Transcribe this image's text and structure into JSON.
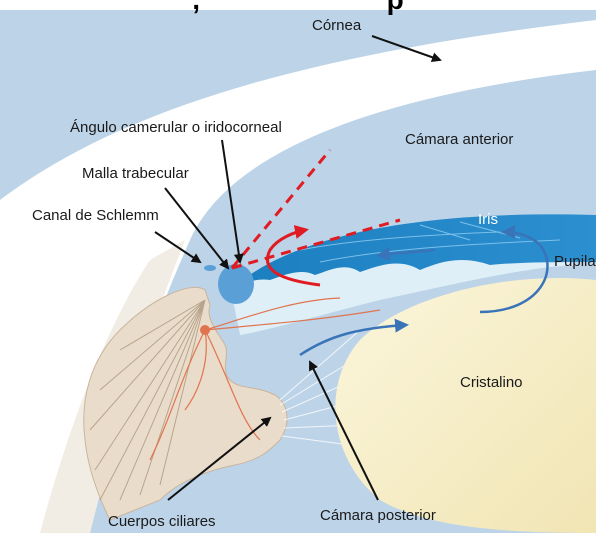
{
  "title_fragment": ",                        p",
  "labels": {
    "cornea": "Córnea",
    "angle": "Ángulo camerular o iridocorneal",
    "anterior_chamber": "Cámara anterior",
    "trabecular_mesh": "Malla trabecular",
    "schlemm_canal": "Canal de Schlemm",
    "iris": "Iris",
    "pupil": "Pupila",
    "lens": "Cristalino",
    "posterior_chamber": "Cámara posterior",
    "ciliary_bodies": "Cuerpos ciliares"
  },
  "colors": {
    "background": "#bcd3e8",
    "cornea": "#ffffff",
    "iris": "#1f86c8",
    "iris_light": "#dfeff7",
    "lens": "#f7f0cf",
    "ciliary": "#eadccb",
    "flow_arrow": "#3a74b8",
    "red_arrow": "#e01b22",
    "vessel": "#e0744f"
  }
}
